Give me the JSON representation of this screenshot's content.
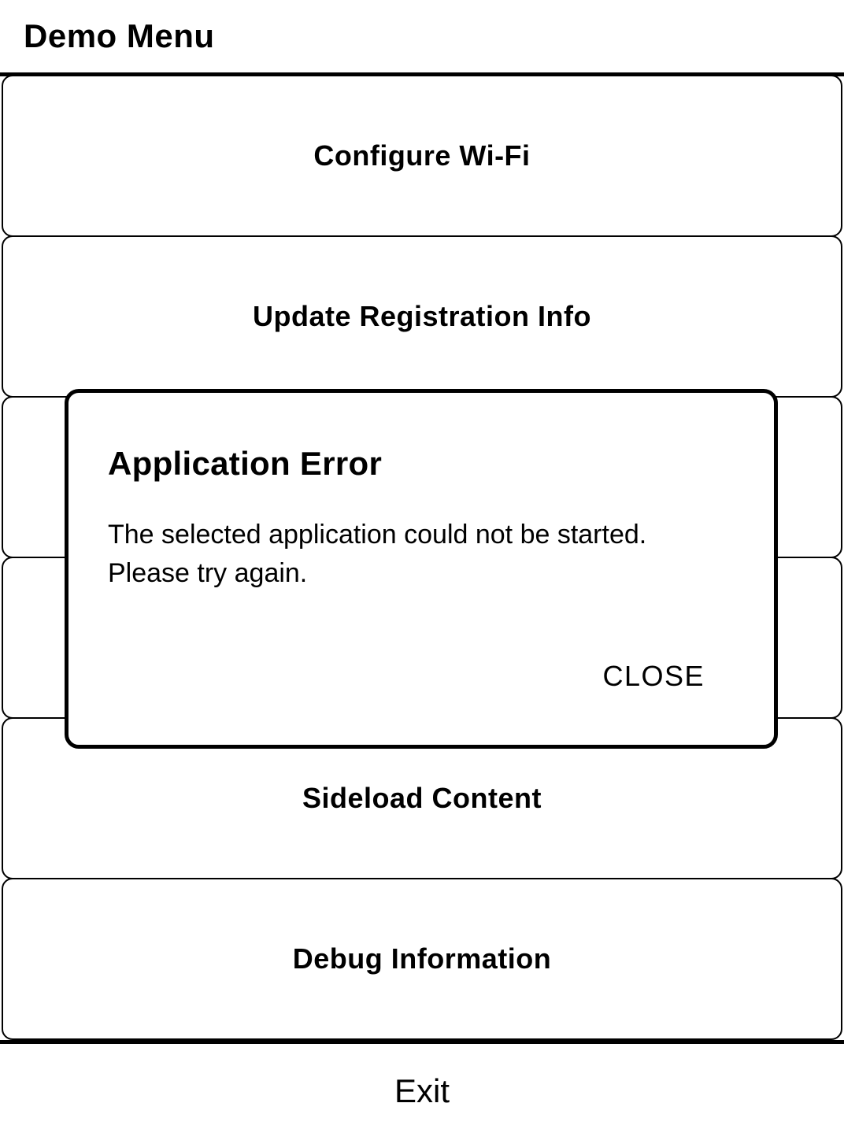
{
  "header": {
    "title": "Demo Menu"
  },
  "menu": {
    "items": [
      {
        "label": "Configure Wi-Fi"
      },
      {
        "label": "Update Registration Info"
      },
      {
        "label": ""
      },
      {
        "label": ""
      },
      {
        "label": "Sideload Content"
      },
      {
        "label": "Debug Information"
      }
    ]
  },
  "dialog": {
    "title": "Application Error",
    "message_lines": [
      "The selected application could not be started.",
      "Please try again."
    ],
    "close_label": "CLOSE"
  },
  "footer": {
    "exit_label": "Exit"
  },
  "colors": {
    "foreground": "#000000",
    "background": "#ffffff"
  }
}
